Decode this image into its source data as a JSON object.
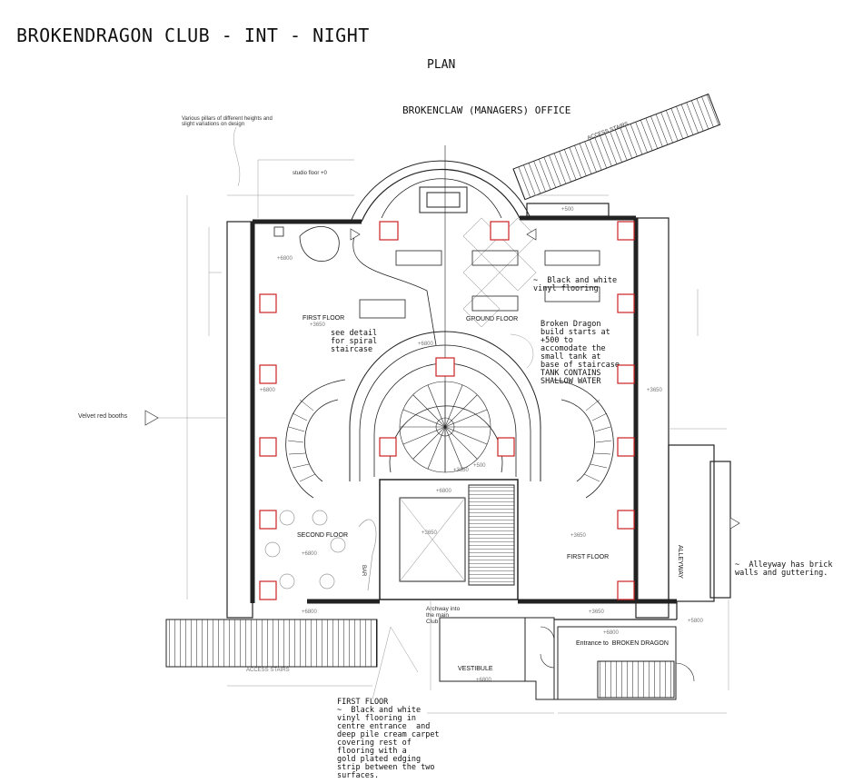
{
  "title": "BROKENDRAGON CLUB - INT - NIGHT",
  "subtitle": "PLAN",
  "office_label": "BROKENCLAW (MANAGERS) OFFICE",
  "notes": {
    "pillars": "Various pillars of different heights and\nslight variations on design",
    "studio_floor": "studio floor +0",
    "access_stairs_top": "ACCESS STAIRS",
    "vinyl": "~  Black and white\nvinyl flooring",
    "spiral": "see detail\nfor spiral\nstaircase",
    "build": "Broken Dragon\nbuild starts at\n+500 to\naccomodate the\nsmall tank at\nbase of staircase\nTANK CONTAINS\nSHALLOW WATER",
    "velvet": "Velvet red booths",
    "alley_note": "~  Alleyway has brick\nwalls and guttering.",
    "archway": "Archway into\nthe main\nClub",
    "first_floor_note": "FIRST FLOOR\n~  Black and white\nvinyl flooring in\ncentre entrance  and\ndeep pile cream carpet\ncovering rest of\nflooring with a\ngold plated edging\nstrip between the two\nsurfaces."
  },
  "rooms": {
    "first_floor_left": "FIRST FLOOR",
    "ground_floor": "GROUND FLOOR",
    "second_floor": "SECOND FLOOR",
    "first_floor_right": "FIRST FLOOR",
    "alleyway": "ALLEYWAY",
    "bar": "BAR",
    "vestibule": "VESTIBULE",
    "entrance": "Entrance to  BROKEN DRAGON",
    "access_stairs_bottom": "ACCESS STAIRS"
  },
  "levels": {
    "l_6800_a": "+6800",
    "l_3650_a": "+3650",
    "l_6800_b": "+6800",
    "l_6800_c": "+6800",
    "l_500_a": "+500",
    "l_500_b": "+500",
    "l_3650_b": "+3650",
    "l_6800_d": "+6800",
    "l_3650_c": "+3650",
    "l_6800_e": "+6800",
    "l_3650_d": "+3650",
    "l_3650_e": "+3650",
    "l_6800_f": "+6800",
    "l_6800_g": "+6800",
    "l_5800": "+5800",
    "l_6800_h": "+6800",
    "l_3850": "+3850"
  },
  "colors": {
    "pillar": "#cc2222",
    "line": "#222222",
    "dim": "#888888",
    "tile": "#bbbbbb"
  }
}
